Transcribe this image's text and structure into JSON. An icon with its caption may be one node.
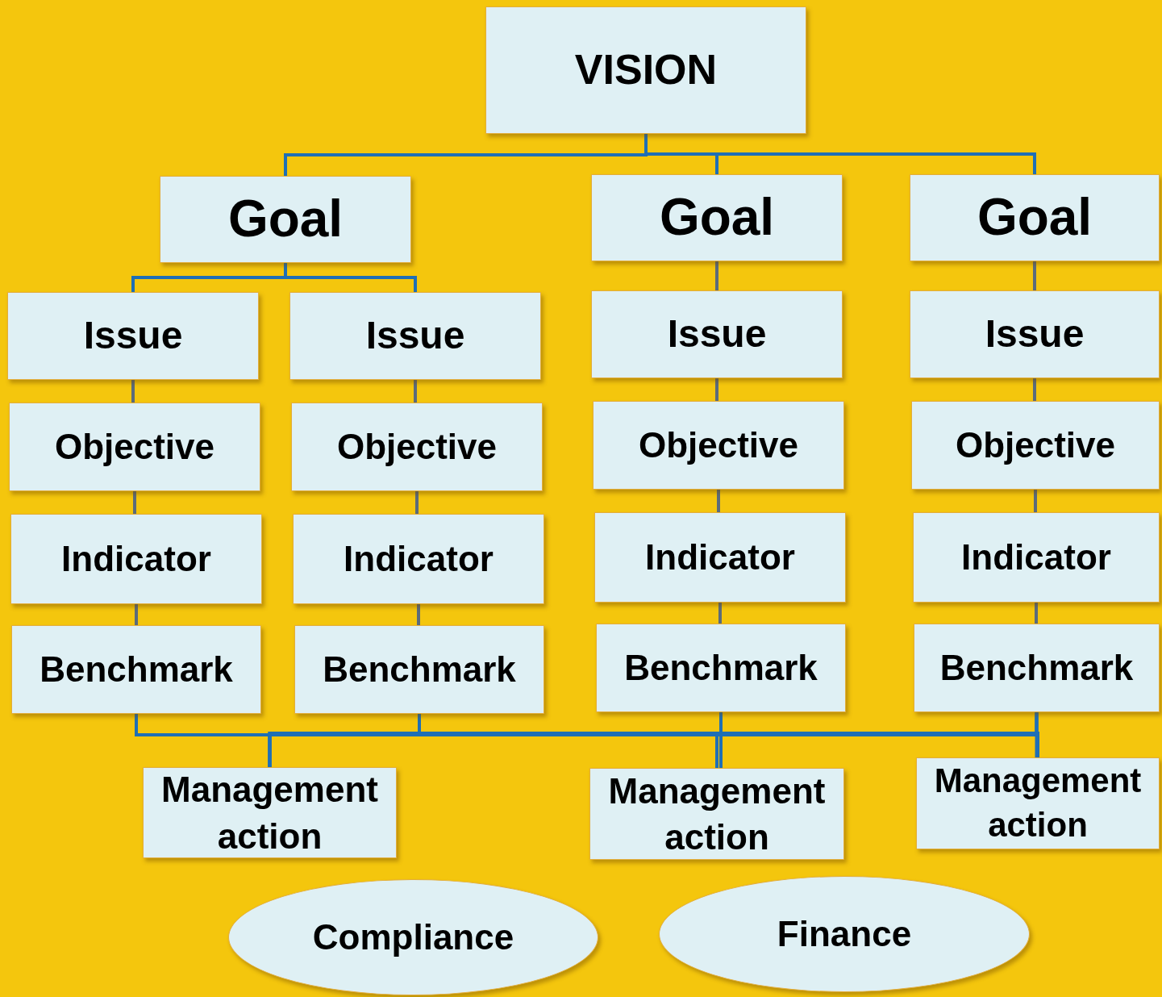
{
  "diagram": {
    "nodes": [
      {
        "text": [
          "VISION"
        ]
      },
      {
        "text": [
          "Goal"
        ]
      },
      {
        "text": [
          "Goal"
        ]
      },
      {
        "text": [
          "Goal"
        ]
      },
      {
        "text": [
          "Issue"
        ]
      },
      {
        "text": [
          "Issue"
        ]
      },
      {
        "text": [
          "Issue"
        ]
      },
      {
        "text": [
          "Issue"
        ]
      },
      {
        "text": [
          "Objective"
        ]
      },
      {
        "text": [
          "Objective"
        ]
      },
      {
        "text": [
          "Objective"
        ]
      },
      {
        "text": [
          "Objective"
        ]
      },
      {
        "text": [
          "Indicator"
        ]
      },
      {
        "text": [
          "Indicator"
        ]
      },
      {
        "text": [
          "Indicator"
        ]
      },
      {
        "text": [
          "Indicator"
        ]
      },
      {
        "text": [
          "Benchmark"
        ]
      },
      {
        "text": [
          "Benchmark"
        ]
      },
      {
        "text": [
          "Benchmark"
        ]
      },
      {
        "text": [
          "Benchmark"
        ]
      },
      {
        "text": [
          "Management action"
        ]
      },
      {
        "text": [
          "Management action"
        ]
      },
      {
        "text": [
          "Management action"
        ]
      },
      {
        "text": [
          "Compliance"
        ]
      },
      {
        "text": [
          "Finance"
        ]
      }
    ],
    "edges": [
      {
        "from": 0,
        "to": 1,
        "arrow": "none"
      },
      {
        "from": 0,
        "to": 2,
        "arrow": "none"
      },
      {
        "from": 0,
        "to": 3,
        "arrow": "none"
      },
      {
        "from": 1,
        "to": 4,
        "arrow": "none"
      },
      {
        "from": 1,
        "to": 5,
        "arrow": "none"
      },
      {
        "from": 2,
        "to": 6,
        "arrow": "none",
        "color": "#5b6b7b"
      },
      {
        "from": 3,
        "to": 7,
        "arrow": "none",
        "color": "#5b6b7b"
      },
      {
        "from": 4,
        "to": 8,
        "arrow": "none",
        "color": "#5b6b7b"
      },
      {
        "from": 5,
        "to": 9,
        "arrow": "none",
        "color": "#5b6b7b"
      },
      {
        "from": 6,
        "to": 10,
        "arrow": "none",
        "color": "#5b6b7b"
      },
      {
        "from": 7,
        "to": 11,
        "arrow": "none",
        "color": "#5b6b7b"
      },
      {
        "from": 8,
        "to": 12,
        "arrow": "none",
        "color": "#5b6b7b"
      },
      {
        "from": 9,
        "to": 13,
        "arrow": "none",
        "color": "#5b6b7b"
      },
      {
        "from": 10,
        "to": 14,
        "arrow": "none",
        "color": "#5b6b7b"
      },
      {
        "from": 11,
        "to": 15,
        "arrow": "none",
        "color": "#5b6b7b"
      },
      {
        "from": 12,
        "to": 16,
        "arrow": "none",
        "color": "#5b6b7b"
      },
      {
        "from": 13,
        "to": 17,
        "arrow": "none",
        "color": "#5b6b7b"
      },
      {
        "from": 14,
        "to": 18,
        "arrow": "none",
        "color": "#5b6b7b"
      },
      {
        "from": 15,
        "to": 19,
        "arrow": "none",
        "color": "#5b6b7b"
      },
      {
        "from": 16,
        "to": 20,
        "arrow": "none"
      },
      {
        "from": 16,
        "to": 21,
        "arrow": "none"
      },
      {
        "from": 16,
        "to": 22,
        "arrow": "none"
      },
      {
        "from": 17,
        "to": 20,
        "arrow": "none"
      },
      {
        "from": 17,
        "to": 21,
        "arrow": "none"
      },
      {
        "from": 17,
        "to": 22,
        "arrow": "none"
      },
      {
        "from": 18,
        "to": 20,
        "arrow": "none"
      },
      {
        "from": 18,
        "to": 21,
        "arrow": "none"
      },
      {
        "from": 18,
        "to": 22,
        "arrow": "none"
      },
      {
        "from": 19,
        "to": 20,
        "arrow": "none"
      },
      {
        "from": 19,
        "to": 21,
        "arrow": "none"
      },
      {
        "from": 19,
        "to": 22,
        "arrow": "none"
      }
    ]
  }
}
